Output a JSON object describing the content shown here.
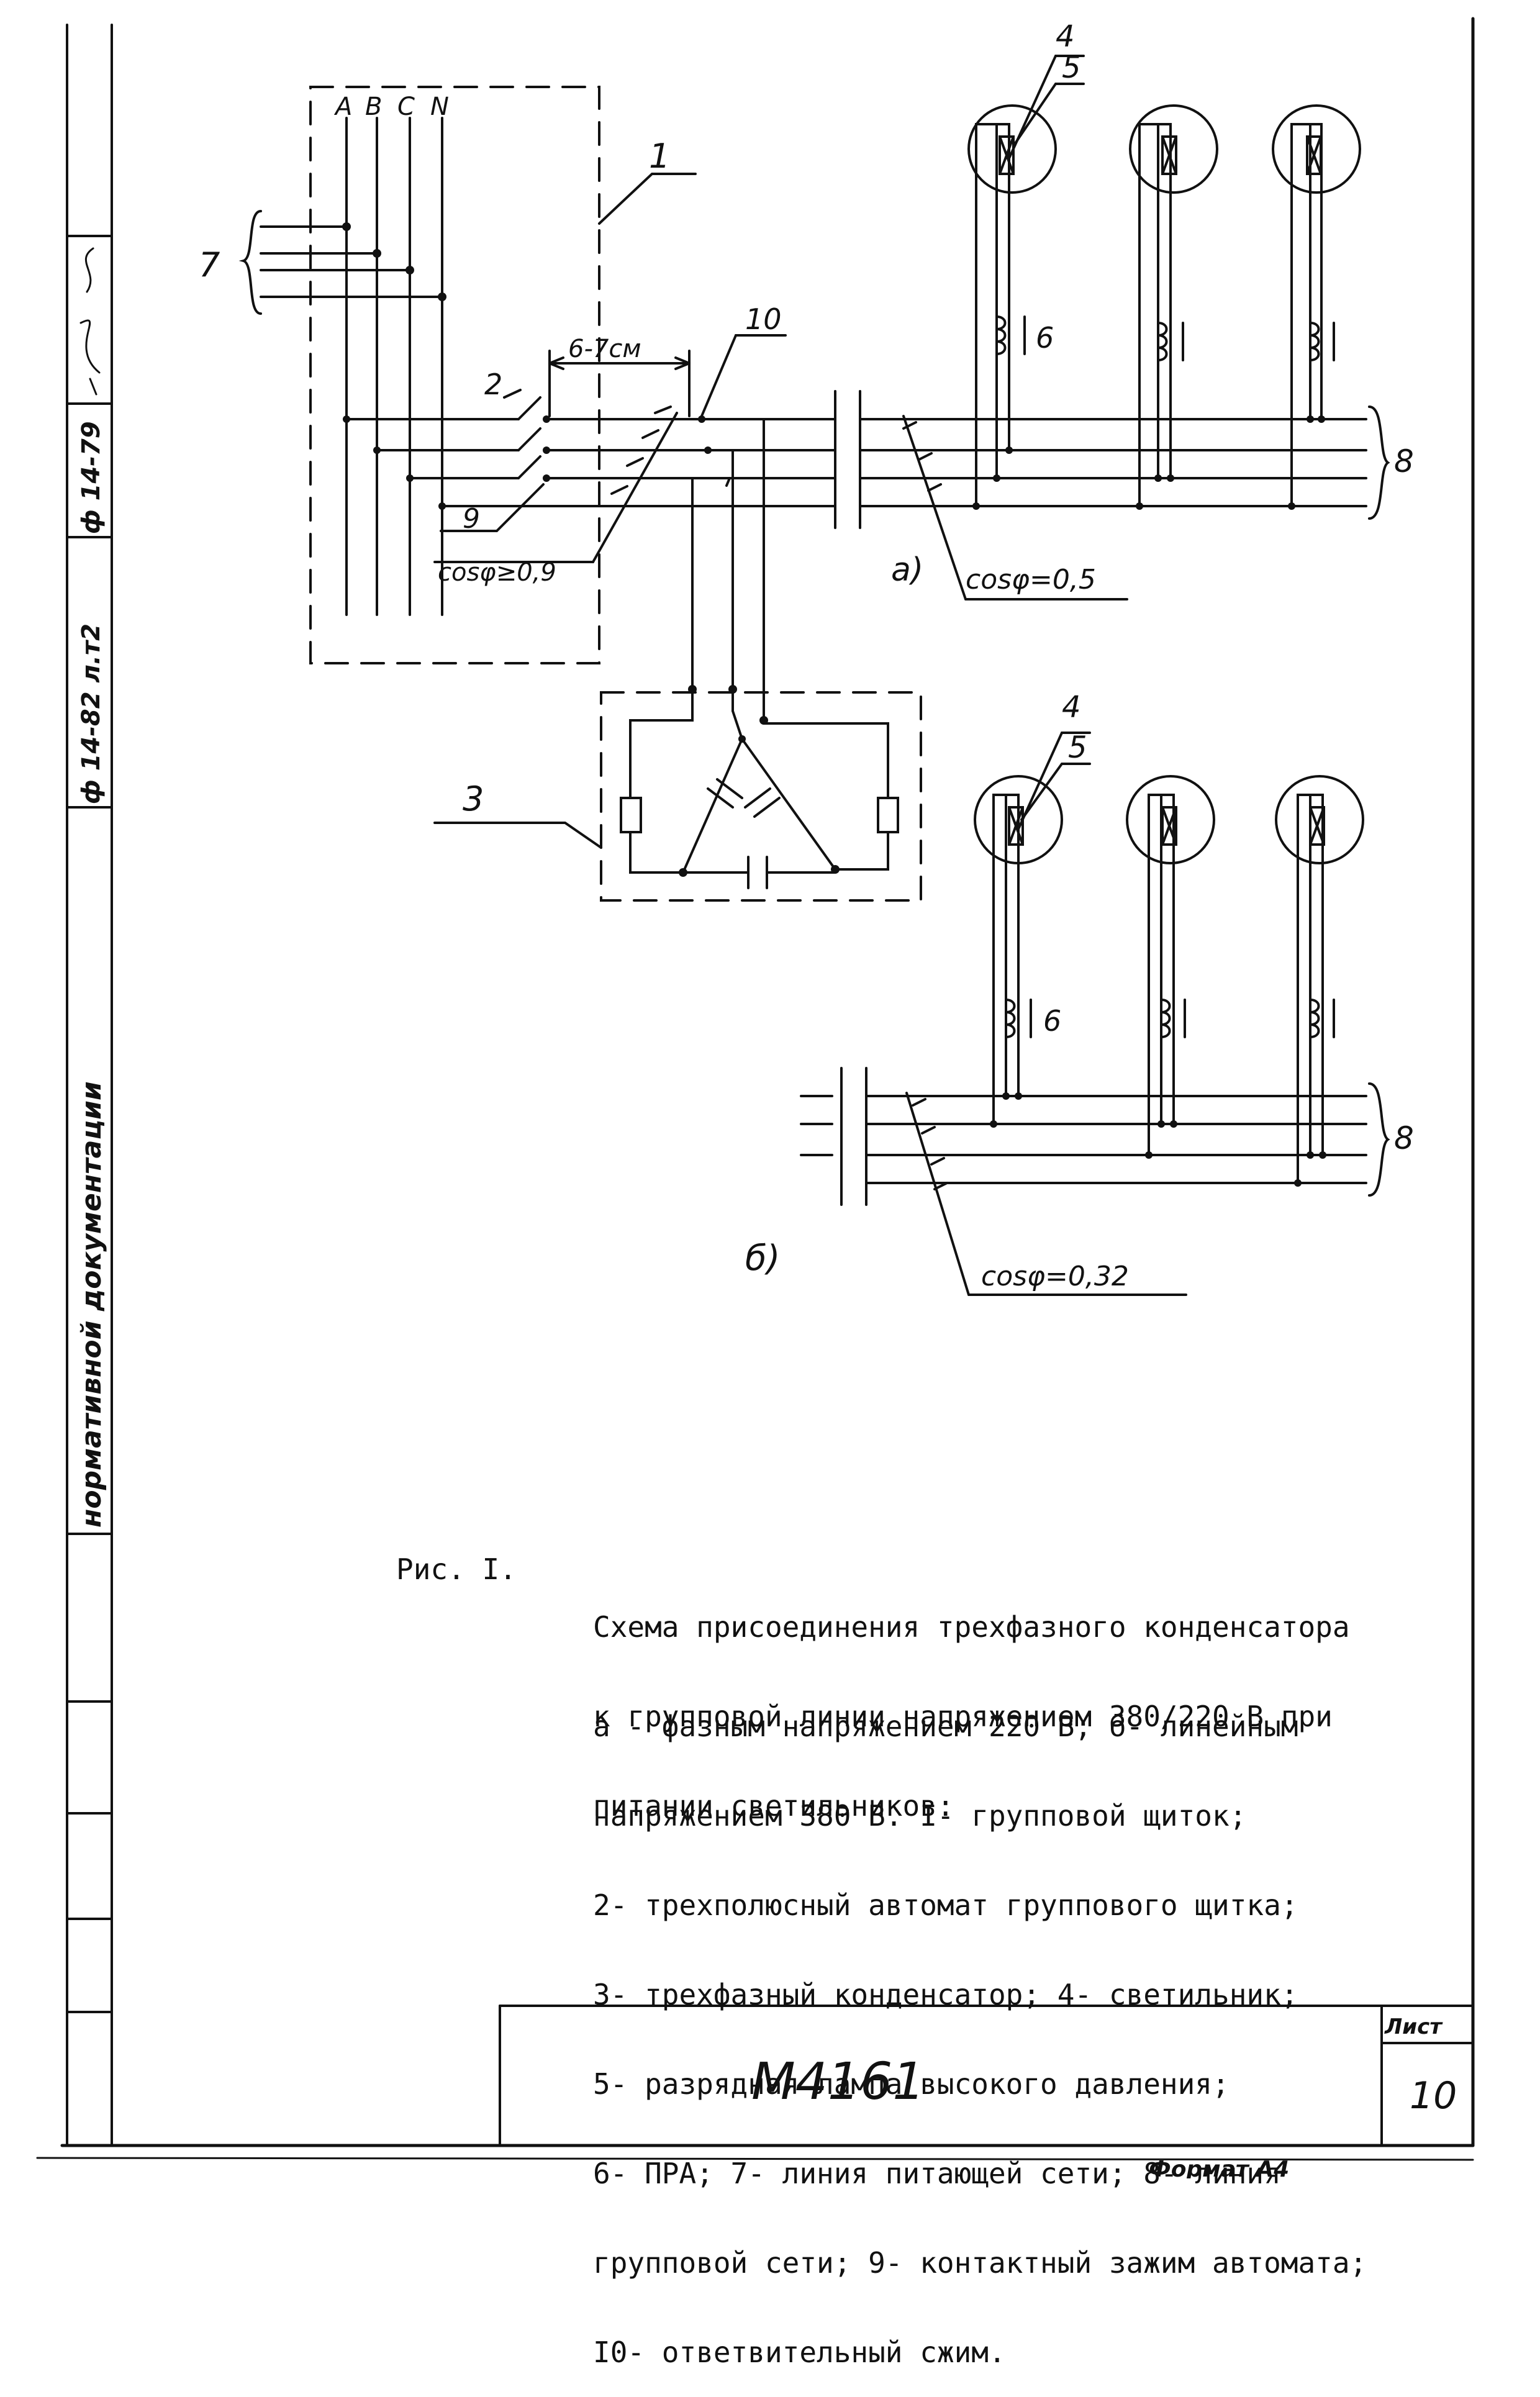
{
  "diagram": {
    "bus_labels": [
      "A",
      "B",
      "C",
      "N"
    ],
    "callouts": {
      "n1": "1",
      "n2": "2",
      "n3": "3",
      "n4a": "4",
      "n5a": "5",
      "n4b": "4",
      "n5b": "5",
      "n6a": "6",
      "n6b": "6",
      "n7": "7",
      "n8a": "8",
      "n8b": "8",
      "n9": "9",
      "n10": "10"
    },
    "dimension": "6-7см",
    "cos_panel": "cosφ≥0,9",
    "cos_a": "cosφ=0,5",
    "cos_b": "cosφ=0,32",
    "variant_a": "а)",
    "variant_b": "б)"
  },
  "caption": {
    "figure_label": "Рис. I.",
    "title_lines": [
      "Схема присоединения трехфазного конденсатора",
      "к групповой линии напряжением 380/220 В при",
      "питании светильников:"
    ],
    "legend_lines": [
      "а - фазным напряжением 220 В; б- линейным",
      "напряжением 380 В. I- групповой щиток;",
      "2- трехполюсный автомат группового щитка;",
      "3- трехфазный конденсатор; 4- светильник;",
      "5- разрядная лампа высокого давления;",
      "6- ПРА; 7- линия питающей сети; 8- линия",
      "групповой сети; 9- контактный зажим автомата;",
      "I0- ответвительный сжим."
    ]
  },
  "side_strip": {
    "top_entry": "ф 14-79",
    "middle_entry": "ф 14-82 л.т2",
    "bottom_entry": "нормативной документации"
  },
  "title_block": {
    "doc_number": "М4161",
    "sheet_label": "Лист",
    "sheet_number": "10",
    "format": "Формат А4"
  }
}
